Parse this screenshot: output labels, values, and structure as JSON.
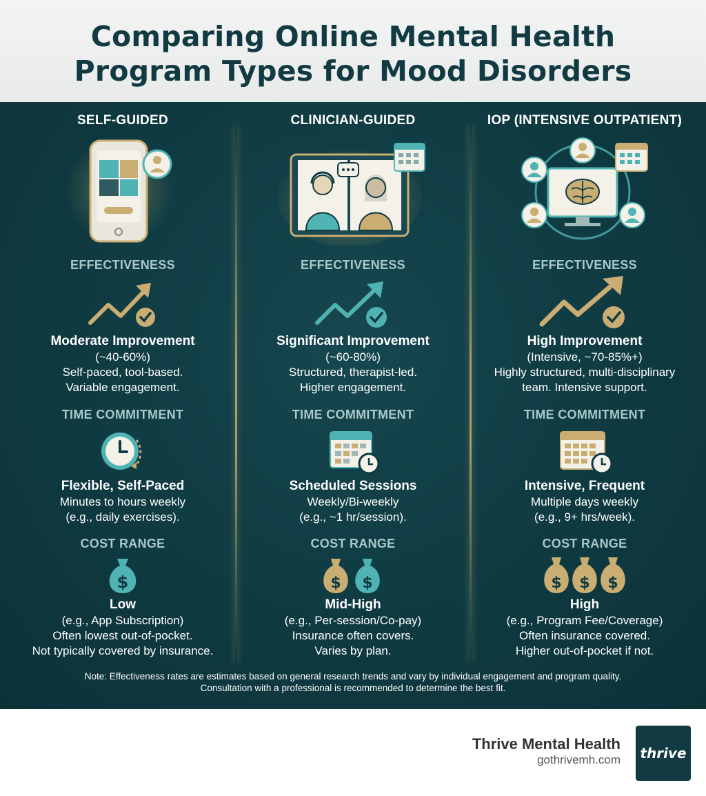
{
  "title_line1": "Comparing Online Mental Health",
  "title_line2": "Program Types for Mood Disorders",
  "columns": [
    {
      "title": "SELF-GUIDED",
      "hero_icon": "phone-puzzle-icon",
      "effectiveness_label": "EFFECTIVENESS",
      "effectiveness_head": "Moderate Improvement",
      "effectiveness_lines": [
        "(~40-60%)",
        "Self-paced, tool-based.",
        "Variable engagement."
      ],
      "time_label": "TIME COMMITMENT",
      "time_head": "Flexible, Self-Paced",
      "time_lines": [
        "Minutes to hours weekly",
        "(e.g., daily exercises)."
      ],
      "cost_label": "COST RANGE",
      "cost_head": "Low",
      "cost_lines": [
        "(e.g., App Subscription)",
        "Often lowest out-of-pocket.",
        "Not typically covered by insurance."
      ]
    },
    {
      "title": "CLINICIAN-GUIDED",
      "hero_icon": "video-call-icon",
      "effectiveness_label": "EFFECTIVENESS",
      "effectiveness_head": "Significant Improvement",
      "effectiveness_lines": [
        "(~60-80%)",
        "Structured, therapist-led.",
        "Higher engagement."
      ],
      "time_label": "TIME COMMITMENT",
      "time_head": "Scheduled Sessions",
      "time_lines": [
        "Weekly/Bi-weekly",
        "(e.g., ~1 hr/session)."
      ],
      "cost_label": "COST RANGE",
      "cost_head": "Mid-High",
      "cost_lines": [
        "(e.g., Per-session/Co-pay)",
        "Insurance often covers.",
        "Varies by plan."
      ]
    },
    {
      "title": "IOP (INTENSIVE OUTPATIENT)",
      "hero_icon": "team-brain-monitor-icon",
      "effectiveness_label": "EFFECTIVENESS",
      "effectiveness_head": "High Improvement",
      "effectiveness_lines": [
        "(Intensive, ~70-85%+)",
        "Highly structured, multi-disciplinary",
        "team. Intensive support."
      ],
      "time_label": "TIME COMMITMENT",
      "time_head": "Intensive, Frequent",
      "time_lines": [
        "Multiple days weekly",
        "(e.g., 9+ hrs/week)."
      ],
      "cost_label": "COST RANGE",
      "cost_head": "High",
      "cost_lines": [
        "(e.g., Program Fee/Coverage)",
        "Often insurance covered.",
        "Higher out-of-pocket if not."
      ]
    }
  ],
  "note_line1": "Note: Effectiveness rates are estimates based on general research trends and vary by individual engagement and program quality.",
  "note_line2": "Consultation with a professional is recommended to determine the best fit.",
  "brand": {
    "name": "Thrive Mental Health",
    "url": "gothrivemh.com",
    "logo_text": "thrive"
  },
  "colors": {
    "teal": "#4fb3b3",
    "gold": "#c9ad72",
    "navy": "#123a42"
  }
}
